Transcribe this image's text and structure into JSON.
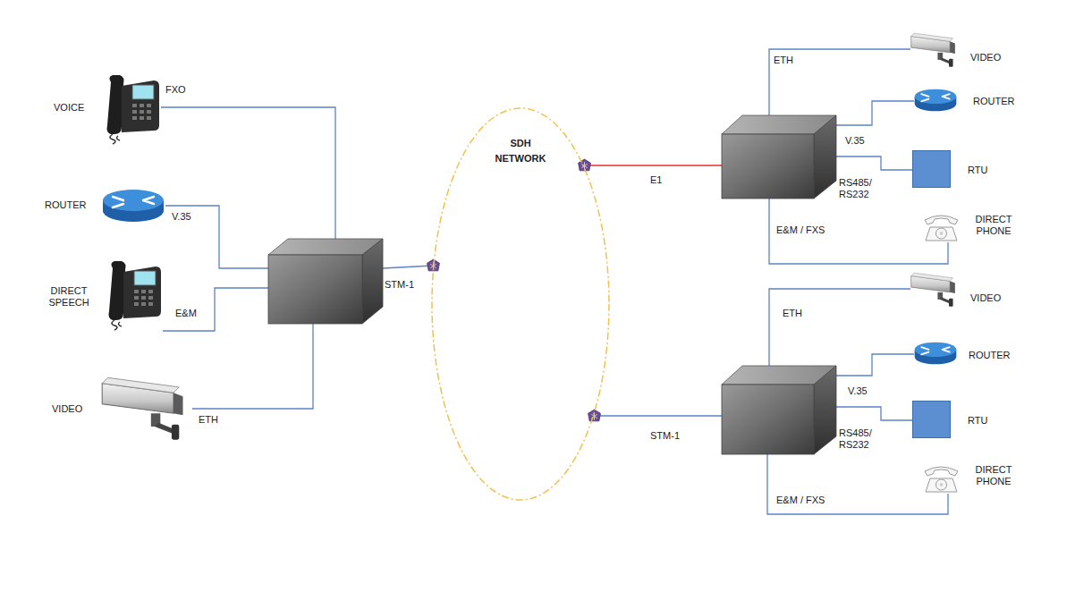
{
  "diagram": {
    "nodes": [
      {
        "text": [
          "SDH NETWORK"
        ]
      },
      {
        "text": [
          "RTU"
        ]
      },
      {
        "text": [
          "RTU"
        ]
      }
    ],
    "labels": [
      "VOICE",
      "FXO",
      "ROUTER",
      "V.35",
      "DIRECT SPEECH",
      "E&M",
      "VIDEO",
      "ETH",
      "STM-1",
      "E1",
      "ETH",
      "VIDEO",
      "V.35",
      "ROUTER",
      "RS485/ RS232",
      "DIRECT PHONE",
      "E&M / FXS",
      "STM-1",
      "ETH",
      "VIDEO",
      "V.35",
      "ROUTER",
      "RS485/ RS232",
      "DIRECT PHONE",
      "E&M / FXS"
    ]
  }
}
